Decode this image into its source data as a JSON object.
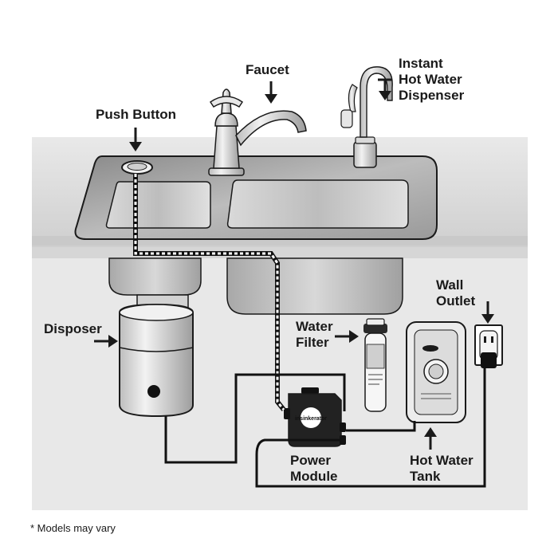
{
  "labels": {
    "faucet": "Faucet",
    "instant_hot_water": [
      "Instant",
      "Hot Water",
      "Dispenser"
    ],
    "push_button": "Push Button",
    "wall_outlet": [
      "Wall",
      "Outlet"
    ],
    "water_filter": [
      "Water",
      "Filter"
    ],
    "disposer": "Disposer",
    "power_module": [
      "Power",
      "Module"
    ],
    "hot_water_tank": [
      "Hot Water",
      "Tank"
    ]
  },
  "brand_mark": "insinkerator",
  "footnote": "* Models may vary",
  "colors": {
    "counter": "#d3d3d3",
    "counter_dark": "#a9a9a9",
    "cabinet": "#e6e6e6",
    "outline": "#1a1a1a",
    "sink_basin": "#c2c2c2"
  },
  "icons": [
    "arrow-down-icon",
    "arrow-right-icon",
    "arrow-up-icon"
  ]
}
